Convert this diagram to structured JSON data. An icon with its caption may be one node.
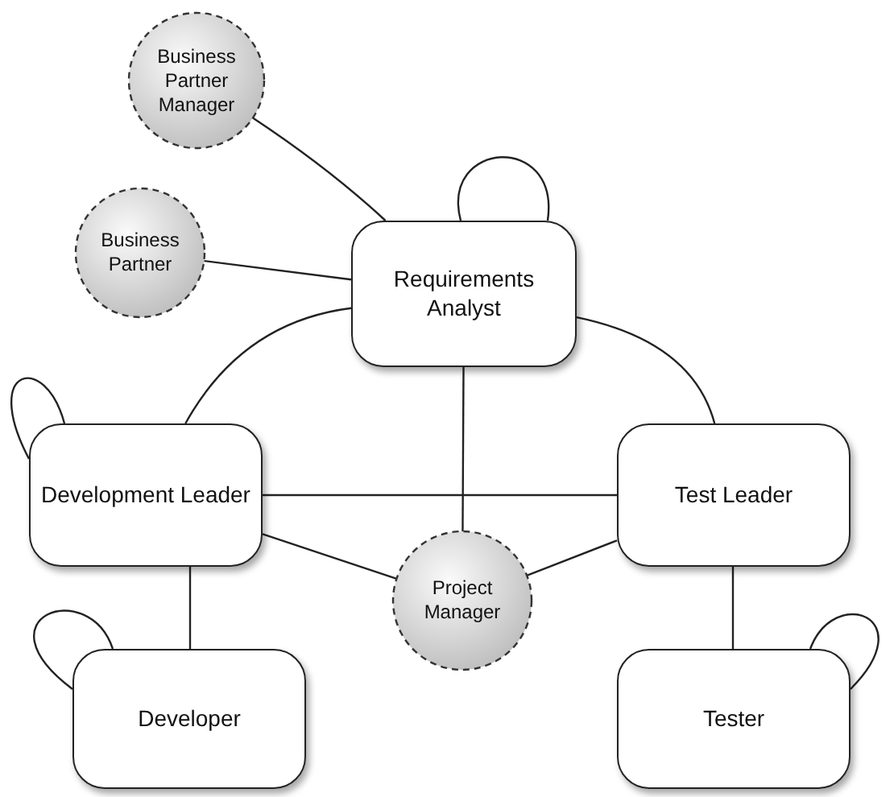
{
  "diagram": {
    "nodes": [
      {
        "text": [
          "Business Partner Manager"
        ]
      },
      {
        "text": [
          "Business Partner"
        ]
      },
      {
        "text": [
          "Requirements Analyst"
        ]
      },
      {
        "text": [
          "Development Leader"
        ]
      },
      {
        "text": [
          "Test Leader"
        ]
      },
      {
        "text": [
          "Project Manager"
        ]
      },
      {
        "text": [
          "Developer"
        ]
      },
      {
        "text": [
          "Tester"
        ]
      }
    ],
    "edges": [
      {
        "from": 0,
        "to": 2,
        "arrow": "none"
      },
      {
        "from": 1,
        "to": 2,
        "arrow": "none"
      },
      {
        "from": 2,
        "to": 2,
        "arrow": "none"
      },
      {
        "from": 2,
        "to": 3,
        "arrow": "none"
      },
      {
        "from": 2,
        "to": 4,
        "arrow": "none"
      },
      {
        "from": 2,
        "to": 5,
        "arrow": "none"
      },
      {
        "from": 3,
        "to": 3,
        "arrow": "none"
      },
      {
        "from": 3,
        "to": 4,
        "arrow": "none"
      },
      {
        "from": 3,
        "to": 5,
        "arrow": "none"
      },
      {
        "from": 4,
        "to": 5,
        "arrow": "none"
      },
      {
        "from": 3,
        "to": 6,
        "arrow": "none"
      },
      {
        "from": 6,
        "to": 6,
        "arrow": "none"
      },
      {
        "from": 4,
        "to": 7,
        "arrow": "none"
      },
      {
        "from": 7,
        "to": 7,
        "arrow": "none"
      }
    ]
  }
}
